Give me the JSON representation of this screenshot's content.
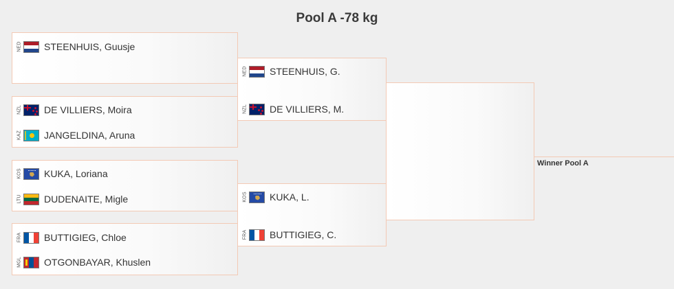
{
  "title": "Pool A -78 kg",
  "round1": [
    {
      "top": {
        "noc": "NED",
        "flag": "ned-flag-icon",
        "name": "STEENHUIS, Guusje"
      },
      "bottom": null
    },
    {
      "top": {
        "noc": "NZL",
        "flag": "nzl-flag-icon",
        "name": "DE VILLIERS, Moira"
      },
      "bottom": {
        "noc": "KAZ",
        "flag": "kaz-flag-icon",
        "name": "JANGELDINA, Aruna"
      }
    },
    {
      "top": {
        "noc": "KOS",
        "flag": "kos-flag-icon",
        "name": "KUKA, Loriana"
      },
      "bottom": {
        "noc": "LTU",
        "flag": "ltu-flag-icon",
        "name": "DUDENAITE, Migle"
      }
    },
    {
      "top": {
        "noc": "FRA",
        "flag": "fra-flag-icon",
        "name": "BUTTIGIEG, Chloe"
      },
      "bottom": {
        "noc": "MGL",
        "flag": "mgl-flag-icon",
        "name": "OTGONBAYAR, Khuslen"
      }
    }
  ],
  "round2": [
    {
      "top": {
        "noc": "NED",
        "name": "STEENHUIS, G."
      },
      "bottom": {
        "noc": "NZL",
        "name": "DE VILLIERS, M."
      }
    },
    {
      "top": {
        "noc": "KOS",
        "name": "KUKA, L."
      },
      "bottom": {
        "noc": "FRA",
        "name": "BUTTIGIEG, C."
      }
    }
  ],
  "winner_label": "Winner Pool A",
  "colors": {
    "bracket_border": "#f3c9b4",
    "background": "#efefef"
  }
}
